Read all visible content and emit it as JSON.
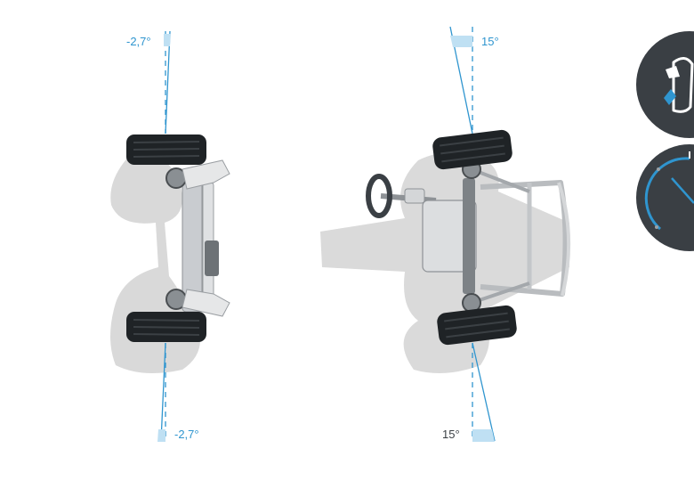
{
  "angles": {
    "rear_top": "-2,7°",
    "rear_bottom": "-2,7°",
    "front_top": "15°",
    "front_bottom": "15°"
  },
  "colors": {
    "accent": "#2f95cf",
    "accent_fill": "#bfe0f3",
    "tire": "#1f2326",
    "shadow": "#d8d8d8",
    "frame": "#c9ccd0",
    "gauge_bg": "#3a3f44"
  },
  "icons": {
    "gauge_top": "steering-mode-gauge-icon",
    "gauge_bottom": "speed-gauge-icon"
  }
}
